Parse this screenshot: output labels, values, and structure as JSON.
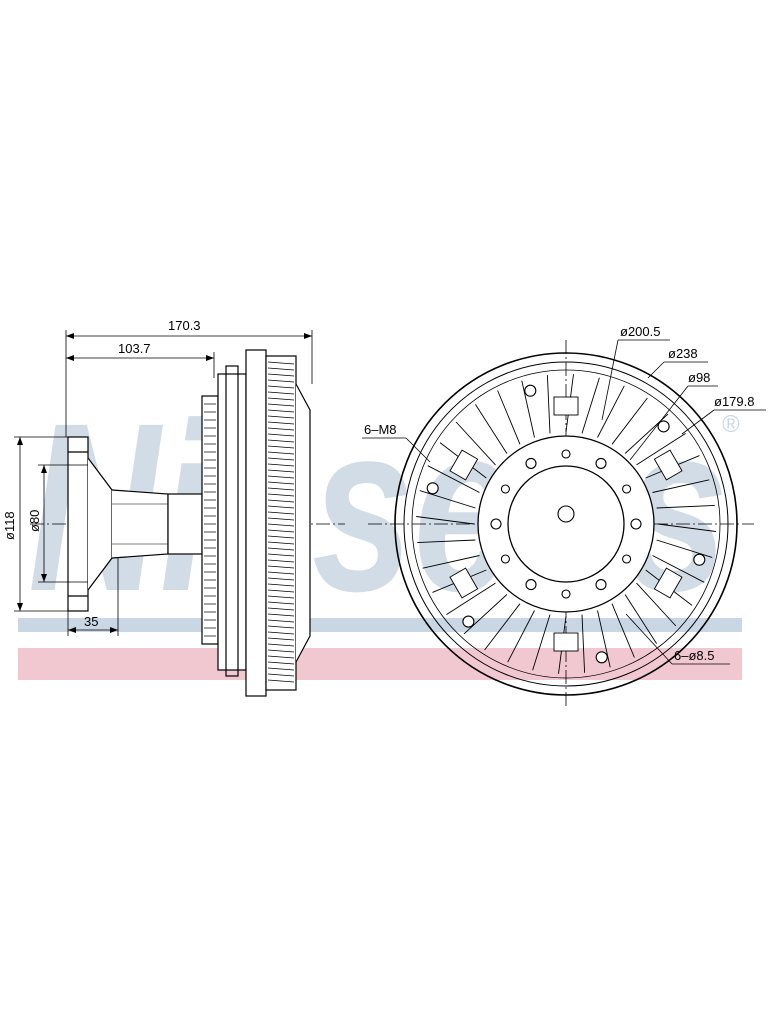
{
  "watermark": {
    "brand": "Nissens",
    "registered_mark": "®",
    "colors": {
      "blue": "#c9d6e3",
      "pink": "#f2c8d0"
    }
  },
  "side_view": {
    "overall_length": "170.3",
    "hub_to_face": "103.7",
    "flange_diameter": "ø118",
    "pilot_diameter": "ø80",
    "flange_depth": "35"
  },
  "front_view": {
    "outer_diameter_1": "ø200.5",
    "outer_diameter_2": "ø238",
    "hub_diameter": "ø98",
    "bolt_circle": "ø179.8",
    "threaded_holes": "6–M8",
    "through_holes": "6–ø8.5"
  }
}
